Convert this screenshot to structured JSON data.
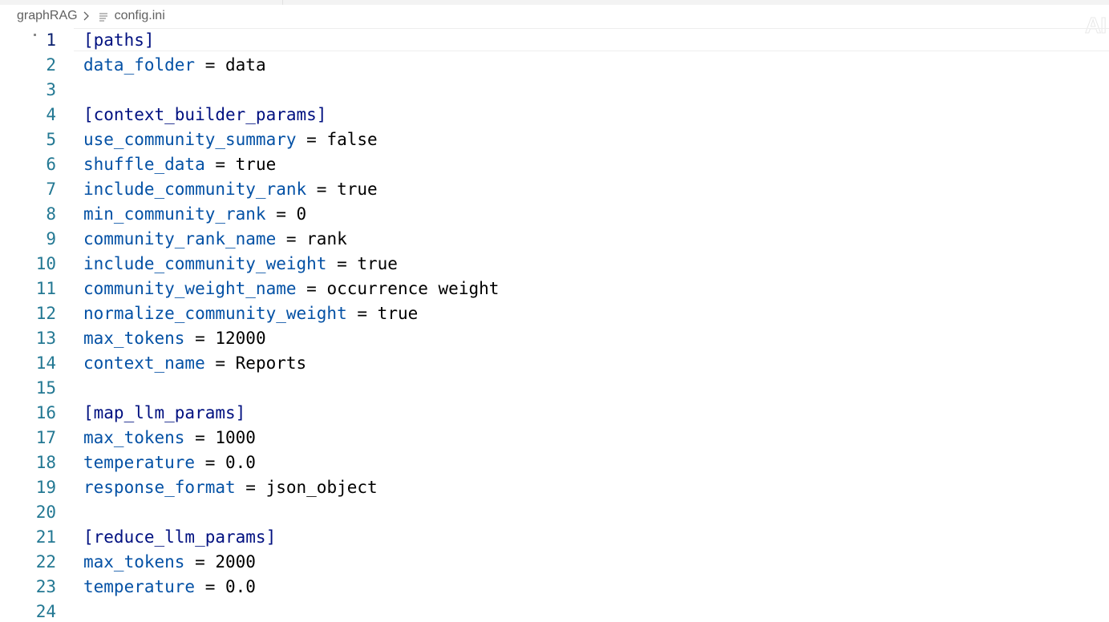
{
  "breadcrumb": {
    "folder": "graphRAG",
    "file": "config.ini",
    "file_icon": "lines-file-icon",
    "separator_icon": "chevron-right-icon"
  },
  "watermark": "AI",
  "editor": {
    "active_line": 1,
    "lines": [
      {
        "num": "1",
        "section": "[paths]"
      },
      {
        "num": "2",
        "key": "data_folder",
        "eq": " = ",
        "value": "data"
      },
      {
        "num": "3"
      },
      {
        "num": "4",
        "section": "[context_builder_params]"
      },
      {
        "num": "5",
        "key": "use_community_summary",
        "eq": " = ",
        "value": "false"
      },
      {
        "num": "6",
        "key": "shuffle_data",
        "eq": " = ",
        "value": "true"
      },
      {
        "num": "7",
        "key": "include_community_rank",
        "eq": " = ",
        "value": "true"
      },
      {
        "num": "8",
        "key": "min_community_rank",
        "eq": " = ",
        "value": "0"
      },
      {
        "num": "9",
        "key": "community_rank_name",
        "eq": " = ",
        "value": "rank"
      },
      {
        "num": "10",
        "key": "include_community_weight",
        "eq": " = ",
        "value": "true"
      },
      {
        "num": "11",
        "key": "community_weight_name",
        "eq": " = ",
        "value": "occurrence weight"
      },
      {
        "num": "12",
        "key": "normalize_community_weight",
        "eq": " = ",
        "value": "true"
      },
      {
        "num": "13",
        "key": "max_tokens",
        "eq": " = ",
        "value": "12000"
      },
      {
        "num": "14",
        "key": "context_name",
        "eq": " = ",
        "value": "Reports"
      },
      {
        "num": "15"
      },
      {
        "num": "16",
        "section": "[map_llm_params]"
      },
      {
        "num": "17",
        "key": "max_tokens",
        "eq": " = ",
        "value": "1000"
      },
      {
        "num": "18",
        "key": "temperature",
        "eq": " = ",
        "value": "0.0"
      },
      {
        "num": "19",
        "key": "response_format",
        "eq": " = ",
        "value": "json_object"
      },
      {
        "num": "20"
      },
      {
        "num": "21",
        "section": "[reduce_llm_params]"
      },
      {
        "num": "22",
        "key": "max_tokens",
        "eq": " = ",
        "value": "2000"
      },
      {
        "num": "23",
        "key": "temperature",
        "eq": " = ",
        "value": "0.0"
      },
      {
        "num": "24"
      }
    ]
  },
  "colors": {
    "line_number": "#237893",
    "section": "#001080",
    "key": "#0451a5",
    "text": "#000000"
  }
}
